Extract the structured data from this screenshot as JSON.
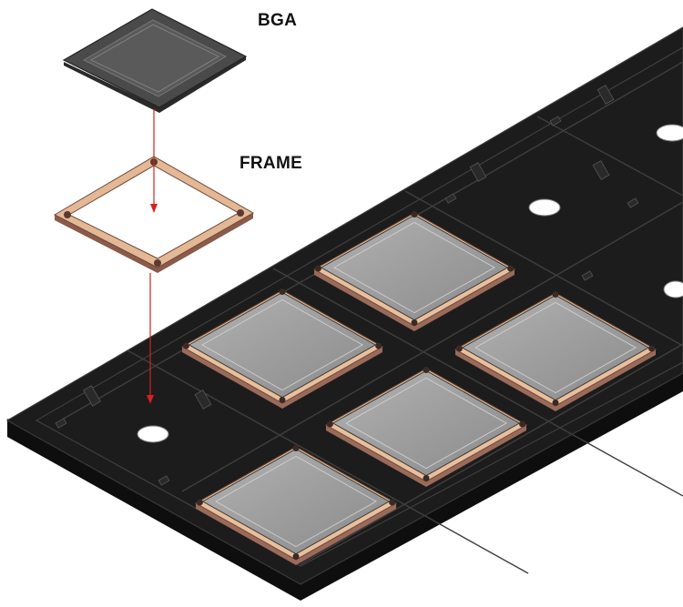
{
  "labels": {
    "bga": "BGA",
    "frame": "FRAME"
  },
  "colors": {
    "tray": "#1b1b1b",
    "tray_edge": "#2c2c2c",
    "tray_line": "#4a4a4a",
    "chip_top": "#8f8f8f",
    "chip_inner": "#a4a4a4",
    "chip_edge": "#3a3a3a",
    "frame_top": "#e9bf9c",
    "frame_side": "#9a6a5a",
    "arrow": "#d62020"
  },
  "tray": {
    "chip_count": 5,
    "hole_count": 4
  }
}
